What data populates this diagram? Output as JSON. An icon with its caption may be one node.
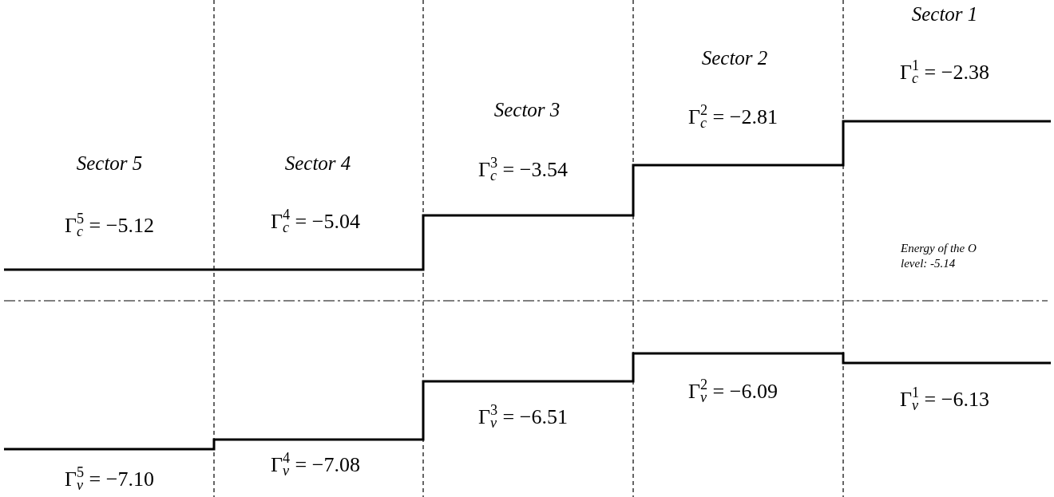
{
  "diagram": {
    "labels": [
      "Sector 1",
      "Γ$_{c}$$^{1}$ = −2.38",
      "Sector 2",
      "Γ$_{c}$$^{2}$ = −2.81",
      "Sector 3",
      "Γ$_{c}$$^{3}$ = −3.54",
      "Sector 5",
      "Sector 4",
      "Γ$_{c}$$^{5}$ = −5.12",
      "Γ$_{c}$$^{4}$ = −5.04",
      "Energy of the O level: -5.14",
      "Γ$_{v}$$^{2}$ = −6.09",
      "Γ$_{v}$$^{1}$ = −6.13",
      "Γ$_{v}$$^{3}$ = −6.51",
      "Γ$_{v}$$^{5}$ = −7.10",
      "Γ$_{v}$$^{4}$ = −7.08"
    ]
  }
}
